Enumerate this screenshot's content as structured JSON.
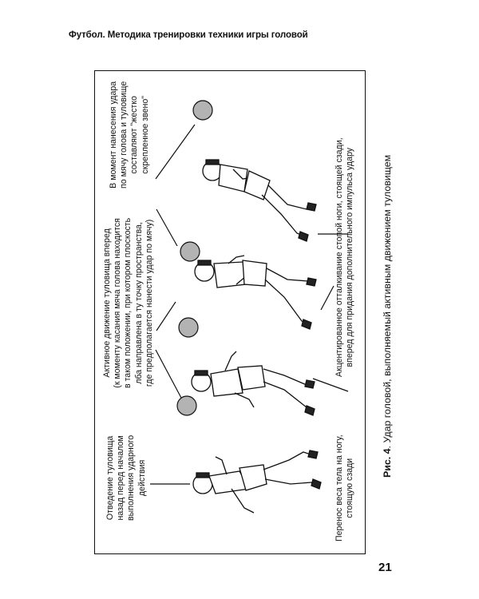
{
  "header": {
    "title": "Футбол. Методика тренировки техники игры головой"
  },
  "labels": {
    "top_1": "Отведение туловища\nназад перед началом\nвыполнения ударного\nдействия",
    "top_2": "Активное движение туловища вперед\n(к моменту касания мяча голова находится\nв таком положении, при котором плоскость\nлба направлена в ту точку пространства,\nгде предполагается нанести удар по мячу)",
    "top_3": "В момент нанесения удара\nпо мячу голова и туловище\nсоставляют \"жестко\nскрепленное звено\"",
    "bottom_1": "Перенос веса тела на ногу,\nстоящую сзади",
    "bottom_2": "Акцентированное отталкивание стопой ноги, стоящей сзади,\nвперед для придания дополнительного импульса удару"
  },
  "caption": {
    "prefix": "Рис. 4",
    "text": ". Удар головой, выполняемый активным движением туловищем"
  },
  "page_number": "21",
  "colors": {
    "ball": "#b3b3b3",
    "line": "#111111"
  }
}
